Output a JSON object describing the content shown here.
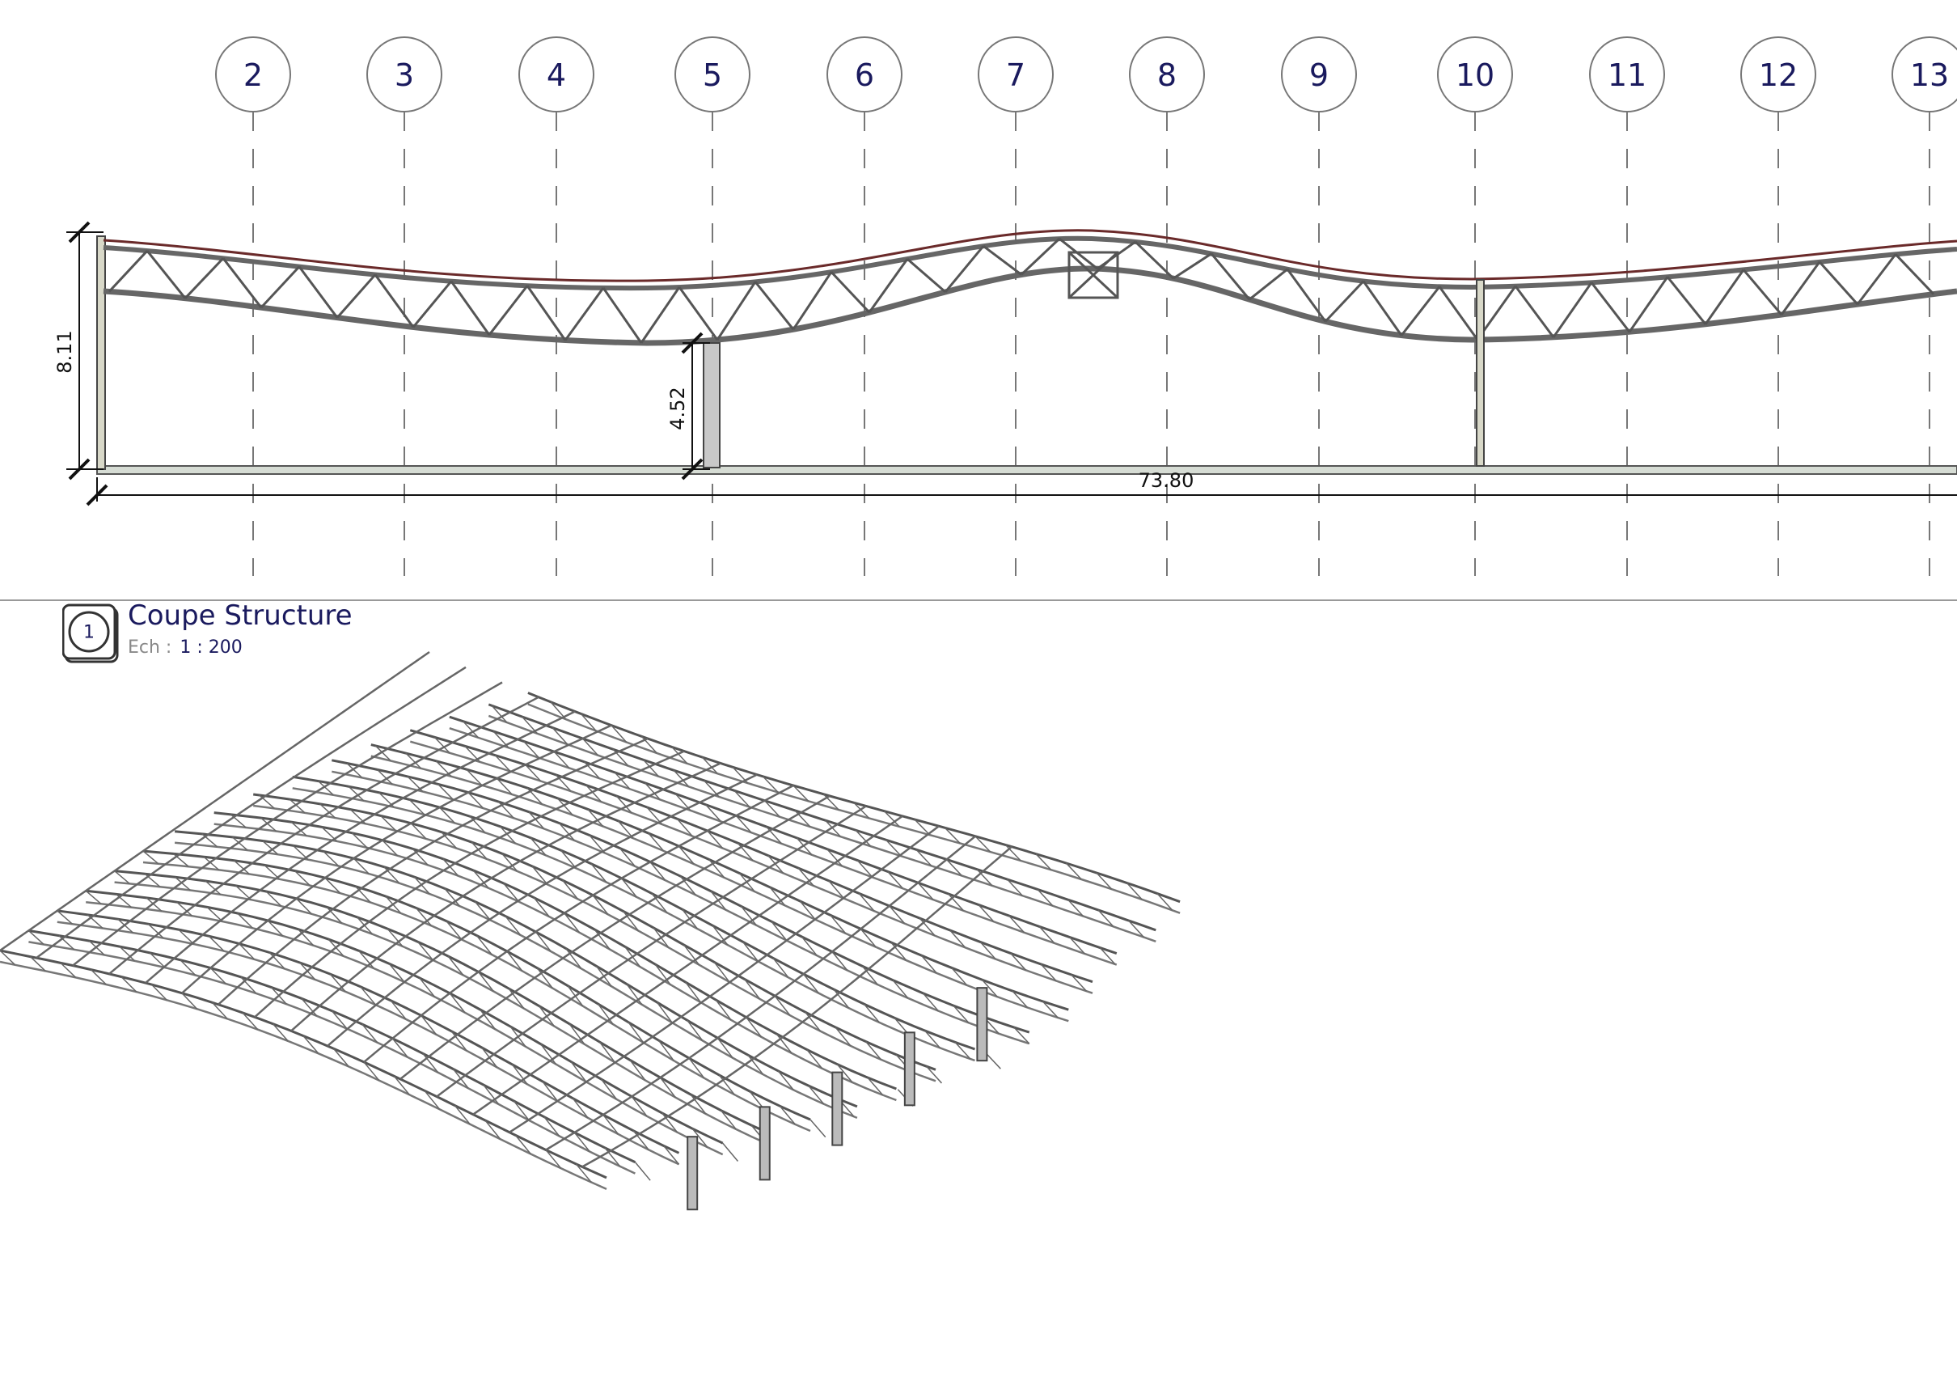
{
  "grid_lines": [
    "2",
    "3",
    "4",
    "5",
    "6",
    "7",
    "8",
    "9",
    "10",
    "11",
    "12",
    "13"
  ],
  "dimensions": {
    "total_height": "8.11",
    "column_height": "4.52",
    "total_length": "73.80"
  },
  "view": {
    "number": "1",
    "title": "Coupe Structure",
    "scale_prefix": "Ech :",
    "scale_value": "1 : 200"
  }
}
